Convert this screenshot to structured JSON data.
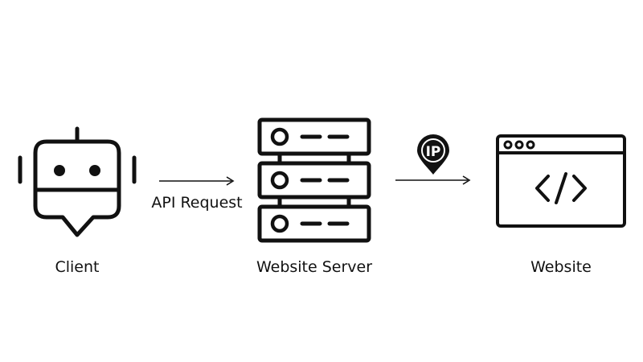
{
  "diagram": {
    "nodes": [
      {
        "id": "client",
        "label": "Client",
        "icon": "robot-icon"
      },
      {
        "id": "server",
        "label": "Website Server",
        "icon": "server-rack-icon"
      },
      {
        "id": "website",
        "label": "Website",
        "icon": "browser-code-icon"
      }
    ],
    "edges": [
      {
        "from": "client",
        "to": "server",
        "label": "API Request",
        "badge": ""
      },
      {
        "from": "server",
        "to": "website",
        "label": "",
        "badge": "IP",
        "badge_icon": "location-pin-icon"
      }
    ],
    "colors": {
      "stroke": "#111111",
      "background": "#ffffff"
    }
  }
}
